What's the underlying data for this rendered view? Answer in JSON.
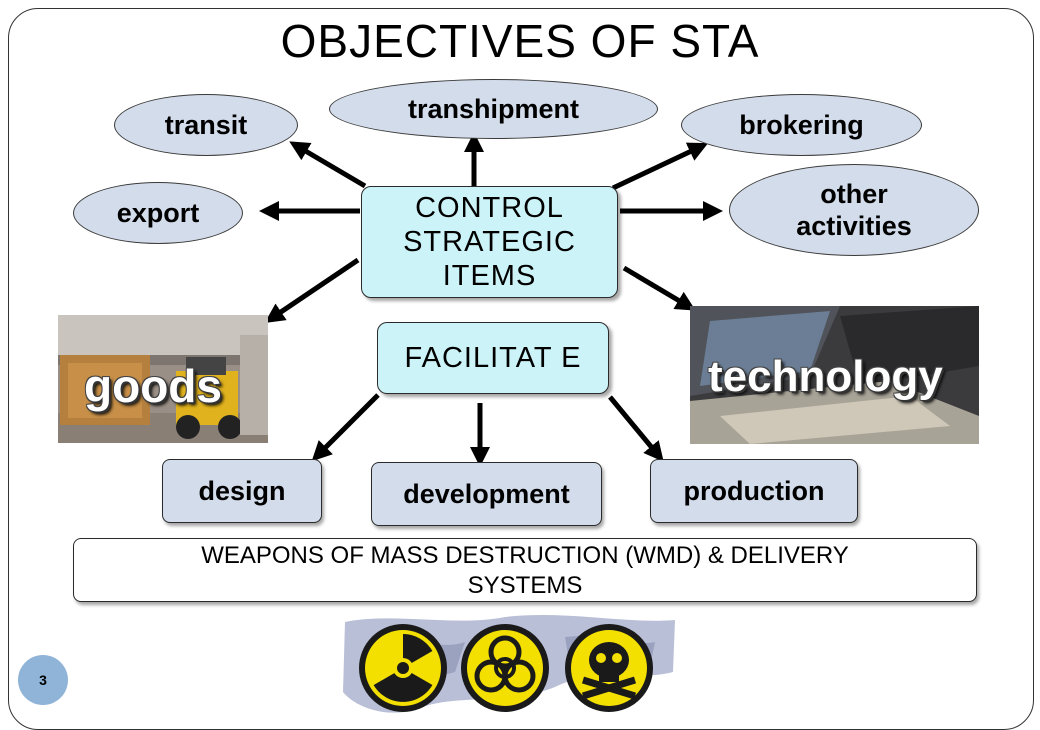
{
  "slide": {
    "title": "OBJECTIVES OF STA",
    "page_number": "3"
  },
  "activities_top": {
    "transit": "transit",
    "transhipment": "transhipment",
    "brokering": "brokering",
    "export": "export",
    "other_activities": "other activities"
  },
  "center": {
    "control": "CONTROL STRATEGIC ITEMS",
    "facilitate": "FACILITAT E"
  },
  "images": {
    "goods": "goods",
    "technology": "technology"
  },
  "activities_bottom": {
    "design": "design",
    "development": "development",
    "production": "production"
  },
  "wmd": {
    "line1": "WEAPONS OF MASS DESTRUCTION  (WMD) & DELIVERY",
    "line2": "SYSTEMS"
  },
  "hazard_symbols": [
    "radiation-icon",
    "biohazard-icon",
    "poison-skull-icon"
  ],
  "colors": {
    "ellipse_fill": "#d3dcea",
    "center_fill": "#ccf3f8",
    "page_badge": "#8fb4d7"
  }
}
